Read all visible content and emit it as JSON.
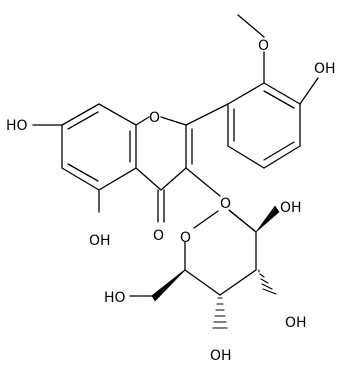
{
  "molecule": {
    "atom_labels": {
      "ring_oxygen_chromone": "O",
      "carbonyl_oxygen": "O",
      "hydroxy_c7": "HO",
      "hydroxy_c5": "OH",
      "methoxy_oxygen": "O",
      "hydroxy_c4p": "OH",
      "glycosidic_oxygen": "O",
      "ring_oxygen_sugar": "O",
      "hydroxy_sugar_c2": "OH",
      "hydroxy_sugar_c3": "OH",
      "hydroxy_sugar_c4": "OH",
      "hydroxy_sugar_c6": "HO"
    }
  }
}
